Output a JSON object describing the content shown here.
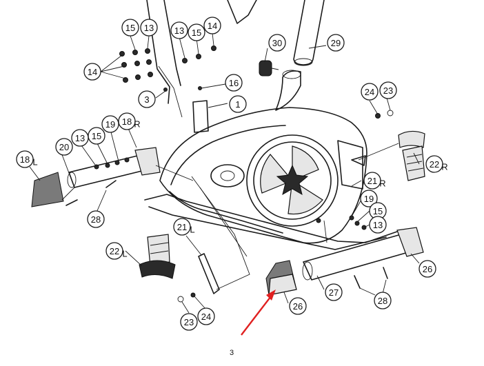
{
  "page_number": "3",
  "arrow_color": "#e02020",
  "callouts": [
    {
      "id": "c15a",
      "label": "15"
    },
    {
      "id": "c13a",
      "label": "13"
    },
    {
      "id": "c13b",
      "label": "13"
    },
    {
      "id": "c15b",
      "label": "15"
    },
    {
      "id": "c14a",
      "label": "14"
    },
    {
      "id": "c30",
      "label": "30"
    },
    {
      "id": "c29",
      "label": "29"
    },
    {
      "id": "c14b",
      "label": "14"
    },
    {
      "id": "c16",
      "label": "16"
    },
    {
      "id": "c3",
      "label": "3"
    },
    {
      "id": "c1",
      "label": "1"
    },
    {
      "id": "c24a",
      "label": "24"
    },
    {
      "id": "c23a",
      "label": "23"
    },
    {
      "id": "c19a",
      "label": "19"
    },
    {
      "id": "c18r",
      "label": "18",
      "side": "R"
    },
    {
      "id": "c13c",
      "label": "13"
    },
    {
      "id": "c15c",
      "label": "15"
    },
    {
      "id": "c20",
      "label": "20"
    },
    {
      "id": "c18l",
      "label": "18",
      "side": "L"
    },
    {
      "id": "c22r",
      "label": "22",
      "side": "R"
    },
    {
      "id": "c21r",
      "label": "21",
      "side": "R"
    },
    {
      "id": "c28a",
      "label": "28"
    },
    {
      "id": "c19b",
      "label": "19"
    },
    {
      "id": "c15d",
      "label": "15"
    },
    {
      "id": "c13d",
      "label": "13"
    },
    {
      "id": "c21l",
      "label": "21",
      "side": "L"
    },
    {
      "id": "c22l",
      "label": "22",
      "side": "L"
    },
    {
      "id": "c26a",
      "label": "26"
    },
    {
      "id": "c27",
      "label": "27"
    },
    {
      "id": "c26b",
      "label": "26"
    },
    {
      "id": "c28b",
      "label": "28"
    },
    {
      "id": "c23b",
      "label": "23"
    },
    {
      "id": "c24b",
      "label": "24"
    }
  ]
}
